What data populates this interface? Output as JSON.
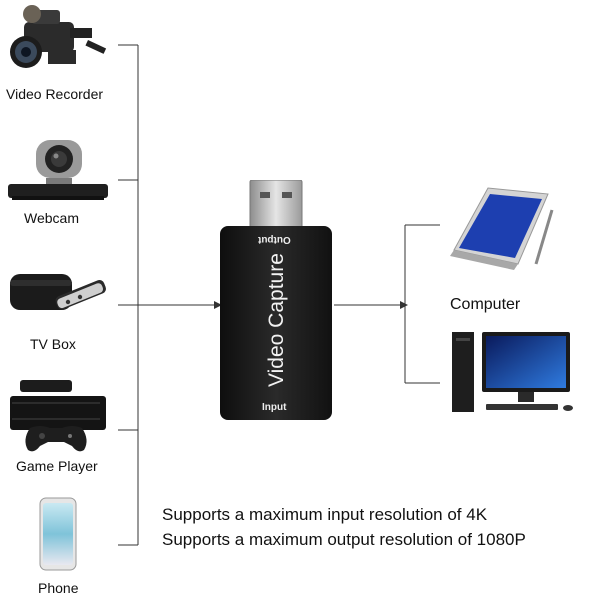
{
  "inputs": [
    {
      "label": "Video Recorder",
      "icon": "video-camera-icon"
    },
    {
      "label": "Webcam",
      "icon": "webcam-icon"
    },
    {
      "label": "TV Box",
      "icon": "tv-box-icon"
    },
    {
      "label": "Game Player",
      "icon": "game-console-icon"
    },
    {
      "label": "Phone",
      "icon": "smartphone-icon"
    }
  ],
  "device": {
    "name": "Video Capture",
    "port_out": "Output",
    "port_in": "Input",
    "icon": "usb-capture-dongle-icon"
  },
  "outputs": [
    {
      "label": "Computer",
      "icon": "tablet-computer-icon"
    },
    {
      "label": "",
      "icon": "desktop-computer-icon"
    }
  ],
  "notes": {
    "line1": "Supports a maximum input resolution of 4K",
    "line2": "Supports a maximum output resolution of 1080P"
  },
  "colors": {
    "line": "#333333",
    "device_body": "#1a1a1a",
    "screen_blue": "#1d3fb0"
  }
}
